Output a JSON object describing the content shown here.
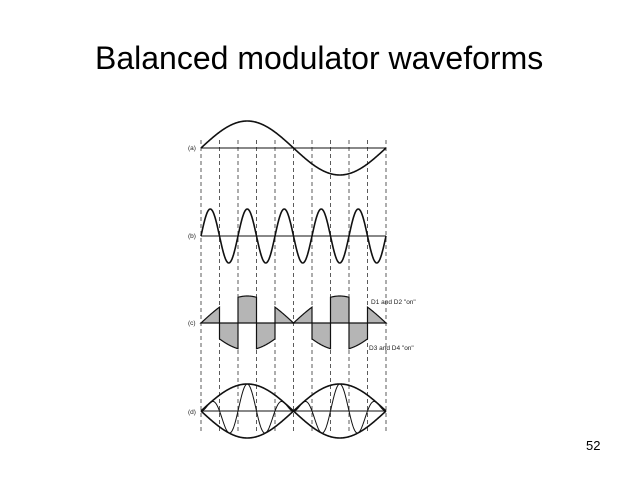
{
  "slide": {
    "title": "Balanced modulator waveforms",
    "number": "52"
  },
  "figure": {
    "panels": [
      {
        "label": "(a)",
        "description": "modulating signal"
      },
      {
        "label": "(b)",
        "description": "carrier"
      },
      {
        "label": "(c)",
        "description": "switched output"
      },
      {
        "label": "(d)",
        "description": "DSB output"
      }
    ],
    "annotations": {
      "d1_d2_on": "D1 and D2 \"on\"",
      "d3_d4_on": "D3 and D4 \"on\""
    },
    "colors": {
      "line": "#111111",
      "shade": "#b5b5b5",
      "dash": "#333333"
    }
  }
}
